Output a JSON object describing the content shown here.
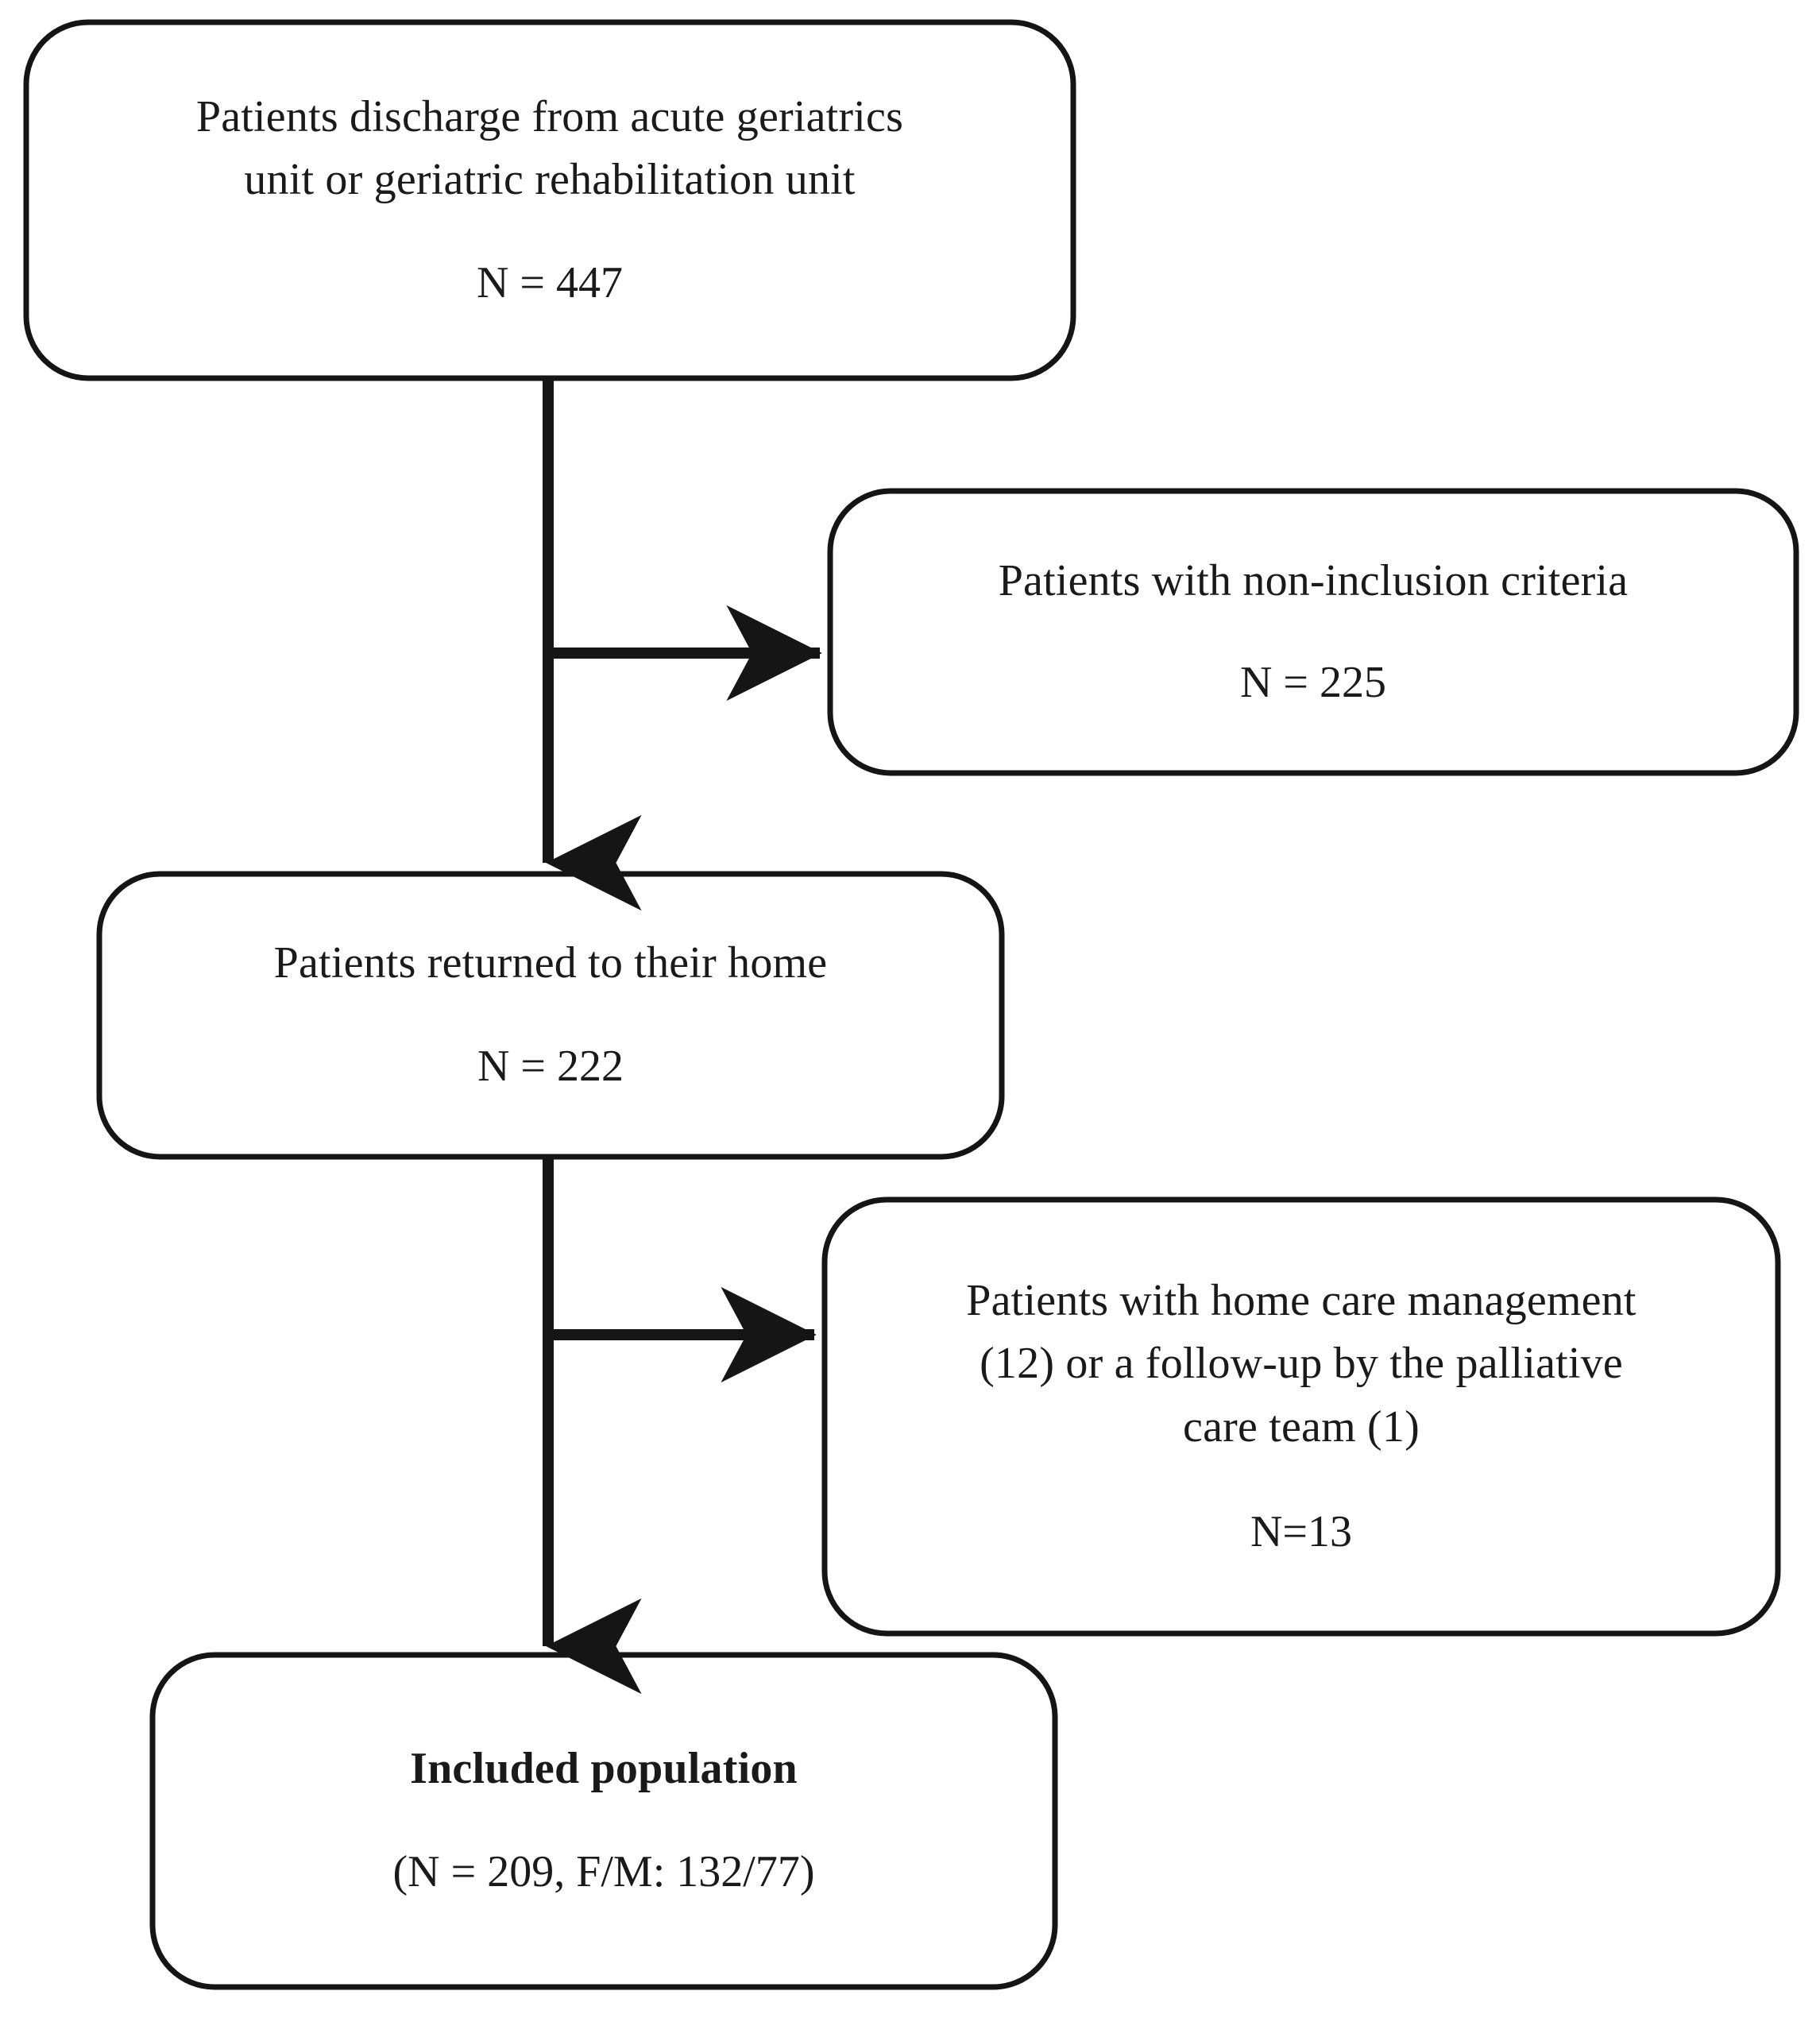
{
  "diagram": {
    "type": "flowchart",
    "orientation": "top-to-bottom",
    "title": "Study population flow diagram",
    "stroke_color": "#151515",
    "fill_color": "#ffffff"
  },
  "nodes": {
    "screened": {
      "lines": [
        "Patients discharge from acute geriatrics",
        "unit or geriatric rehabilitation unit"
      ],
      "count": "N = 447"
    },
    "excluded_noninclusion": {
      "lines": [
        "Patients with non-inclusion criteria"
      ],
      "count": "N = 225"
    },
    "returned_home": {
      "lines": [
        "Patients returned to their home"
      ],
      "count": "N = 222"
    },
    "excluded_homecare": {
      "lines": [
        "Patients with home care management",
        "(12) or a follow-up by the palliative",
        "care team (1)"
      ],
      "count": "N=13"
    },
    "included": {
      "lines": [
        "Included population"
      ],
      "count": "(N = 209, F/M: 132/77)"
    }
  },
  "edges": [
    {
      "from": "screened",
      "to": "returned_home",
      "kind": "vertical-arrow"
    },
    {
      "from": "screened",
      "to": "excluded_noninclusion",
      "kind": "branch-arrow-right"
    },
    {
      "from": "returned_home",
      "to": "included",
      "kind": "vertical-arrow"
    },
    {
      "from": "returned_home",
      "to": "excluded_homecare",
      "kind": "branch-arrow-right"
    }
  ]
}
